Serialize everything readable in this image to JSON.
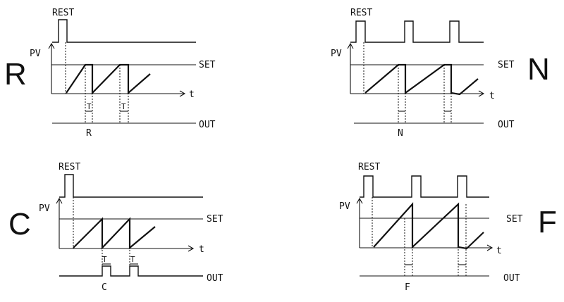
{
  "reset_label": "REST",
  "pv_label": "PV",
  "set_label": "SET",
  "out_label": "OUT",
  "time_label": "t",
  "pulse_label": "T",
  "modes": [
    {
      "letter": "R",
      "caption": "R"
    },
    {
      "letter": "N",
      "caption": "N"
    },
    {
      "letter": "C",
      "caption": "C"
    },
    {
      "letter": "F",
      "caption": "F"
    }
  ]
}
